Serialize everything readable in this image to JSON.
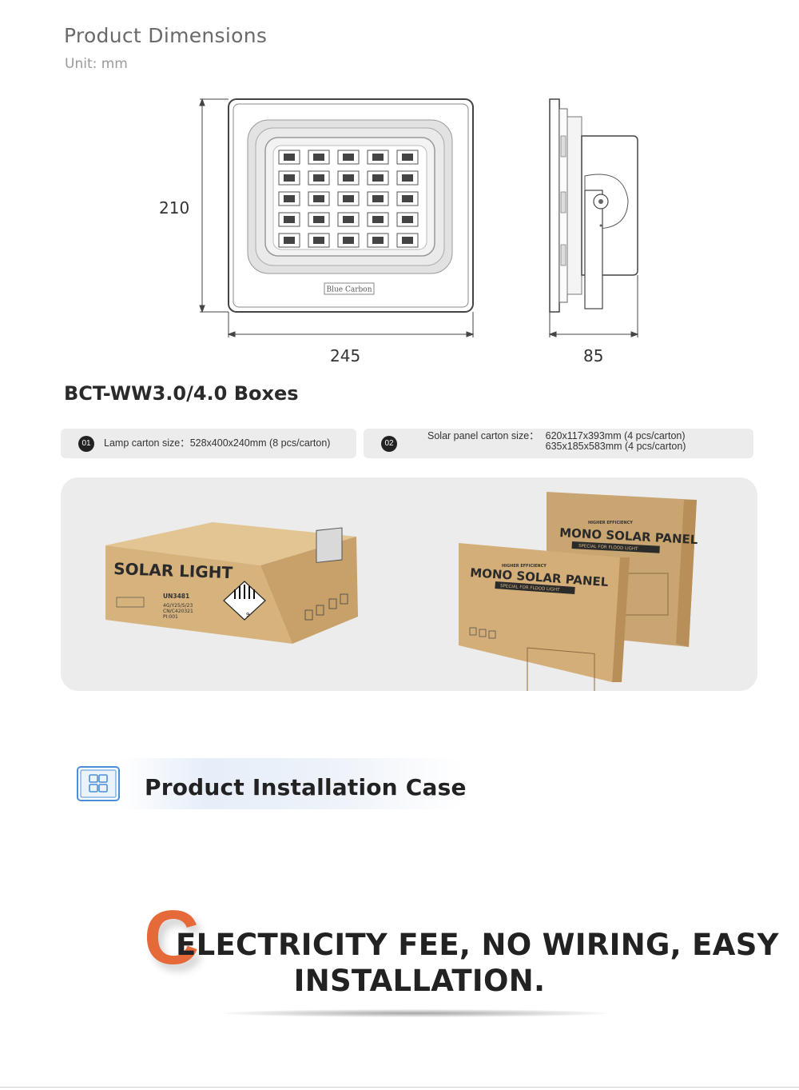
{
  "dimensions": {
    "title": "Product Dimensions",
    "unit": "Unit: mm",
    "height_label": "210",
    "width_label": "245",
    "depth_label": "85",
    "brand_plate": "Blue Carbon"
  },
  "boxes": {
    "title": "BCT-WW3.0/4.0 Boxes",
    "items": [
      {
        "num": "01",
        "label": "Lamp carton size：",
        "lines": [
          "528x400x240mm (8 pcs/carton)"
        ]
      },
      {
        "num": "02",
        "label": "Solar panel carton size：",
        "lines": [
          "620x117x393mm (4 pcs/carton)",
          "635x185x583mm (4 pcs/carton)"
        ]
      }
    ],
    "lamp_box": {
      "title": "SOLAR LIGHT",
      "codes": [
        "UN3481",
        "4G/Y25/S/23",
        "CN/C420321",
        "PI:001"
      ],
      "hazard_class": "9"
    },
    "panel_box": {
      "tag": "HIGHER EFFICIENCY",
      "title": "MONO SOLAR PANEL",
      "subtitle": "SPECIAL FOR FLOOD LIGHT"
    }
  },
  "installation": {
    "title": "Product Installation Case",
    "icon": "panel-grid-icon",
    "slogan_initial": "C",
    "slogan_line1": "ELECTRICITY FEE, NO WIRING, EASY",
    "slogan_line2": "INSTALLATION."
  },
  "colors": {
    "accent_orange": "#e6693a",
    "icon_blue": "#4a90d9",
    "panel_gray": "#ececec",
    "carton": "#d2b17e"
  }
}
